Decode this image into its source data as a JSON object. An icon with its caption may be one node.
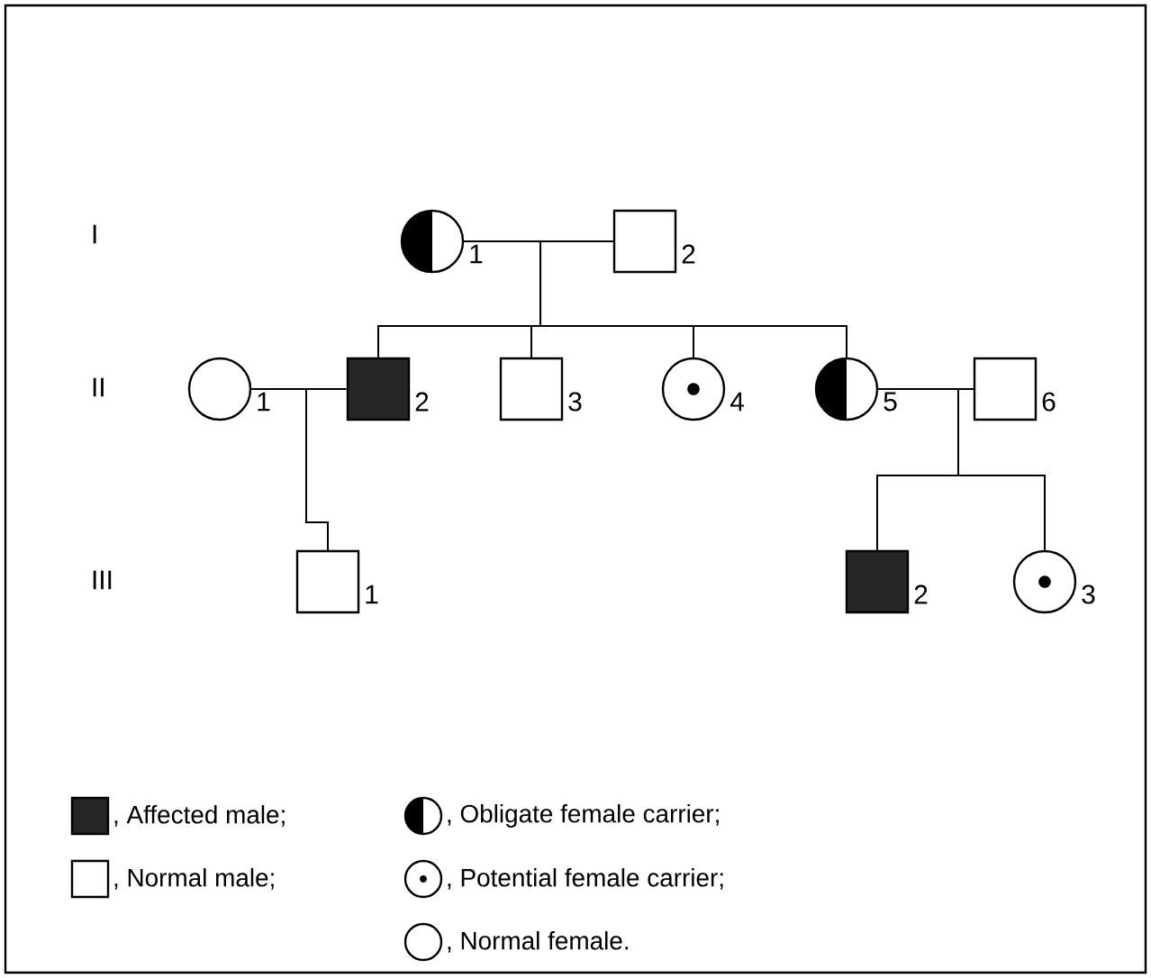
{
  "diagram": {
    "nodes": [
      {
        "text": [],
        "shape": "half-filled-circle",
        "beside": [
          "1"
        ]
      },
      {
        "text": [],
        "shape": "box",
        "beside": [
          "2"
        ]
      },
      {
        "text": [],
        "shape": "circle",
        "beside": [
          "1"
        ]
      },
      {
        "text": [],
        "shape": "filled-box",
        "beside": [
          "2"
        ]
      },
      {
        "text": [],
        "shape": "box",
        "beside": [
          "3"
        ]
      },
      {
        "text": [],
        "shape": "dotted-circle",
        "beside": [
          "4"
        ]
      },
      {
        "text": [],
        "shape": "half-filled-circle",
        "beside": [
          "5"
        ]
      },
      {
        "text": [],
        "shape": "box",
        "beside": [
          "6"
        ]
      },
      {
        "text": [],
        "shape": "box",
        "beside": [
          "1"
        ]
      },
      {
        "text": [],
        "shape": "filled-box",
        "beside": [
          "2"
        ]
      },
      {
        "text": [],
        "shape": "dotted-circle",
        "beside": [
          "3"
        ]
      }
    ],
    "edges": [
      {
        "from": 0,
        "to": 3,
        "arrow": "none"
      },
      {
        "from": 1,
        "to": 3,
        "arrow": "none"
      },
      {
        "from": 0,
        "to": 4,
        "arrow": "none"
      },
      {
        "from": 1,
        "to": 4,
        "arrow": "none"
      },
      {
        "from": 0,
        "to": 5,
        "arrow": "none"
      },
      {
        "from": 1,
        "to": 5,
        "arrow": "none"
      },
      {
        "from": 0,
        "to": 6,
        "arrow": "none"
      },
      {
        "from": 1,
        "to": 6,
        "arrow": "none"
      },
      {
        "from": 2,
        "to": 8,
        "arrow": "none"
      },
      {
        "from": 3,
        "to": 8,
        "arrow": "none"
      },
      {
        "from": 6,
        "to": 9,
        "arrow": "none"
      },
      {
        "from": 7,
        "to": 9,
        "arrow": "none"
      },
      {
        "from": 6,
        "to": 10,
        "arrow": "none"
      },
      {
        "from": 7,
        "to": 10,
        "arrow": "none"
      }
    ],
    "labels": [
      "I",
      "II",
      "III"
    ],
    "legend": [
      {
        "text": ", Affected male;"
      },
      {
        "text": ", Obligate female carrier;"
      },
      {
        "text": ", Normal male;"
      },
      {
        "text": ", Potential female carrier;"
      },
      {
        "text": ", Normal female."
      }
    ]
  }
}
